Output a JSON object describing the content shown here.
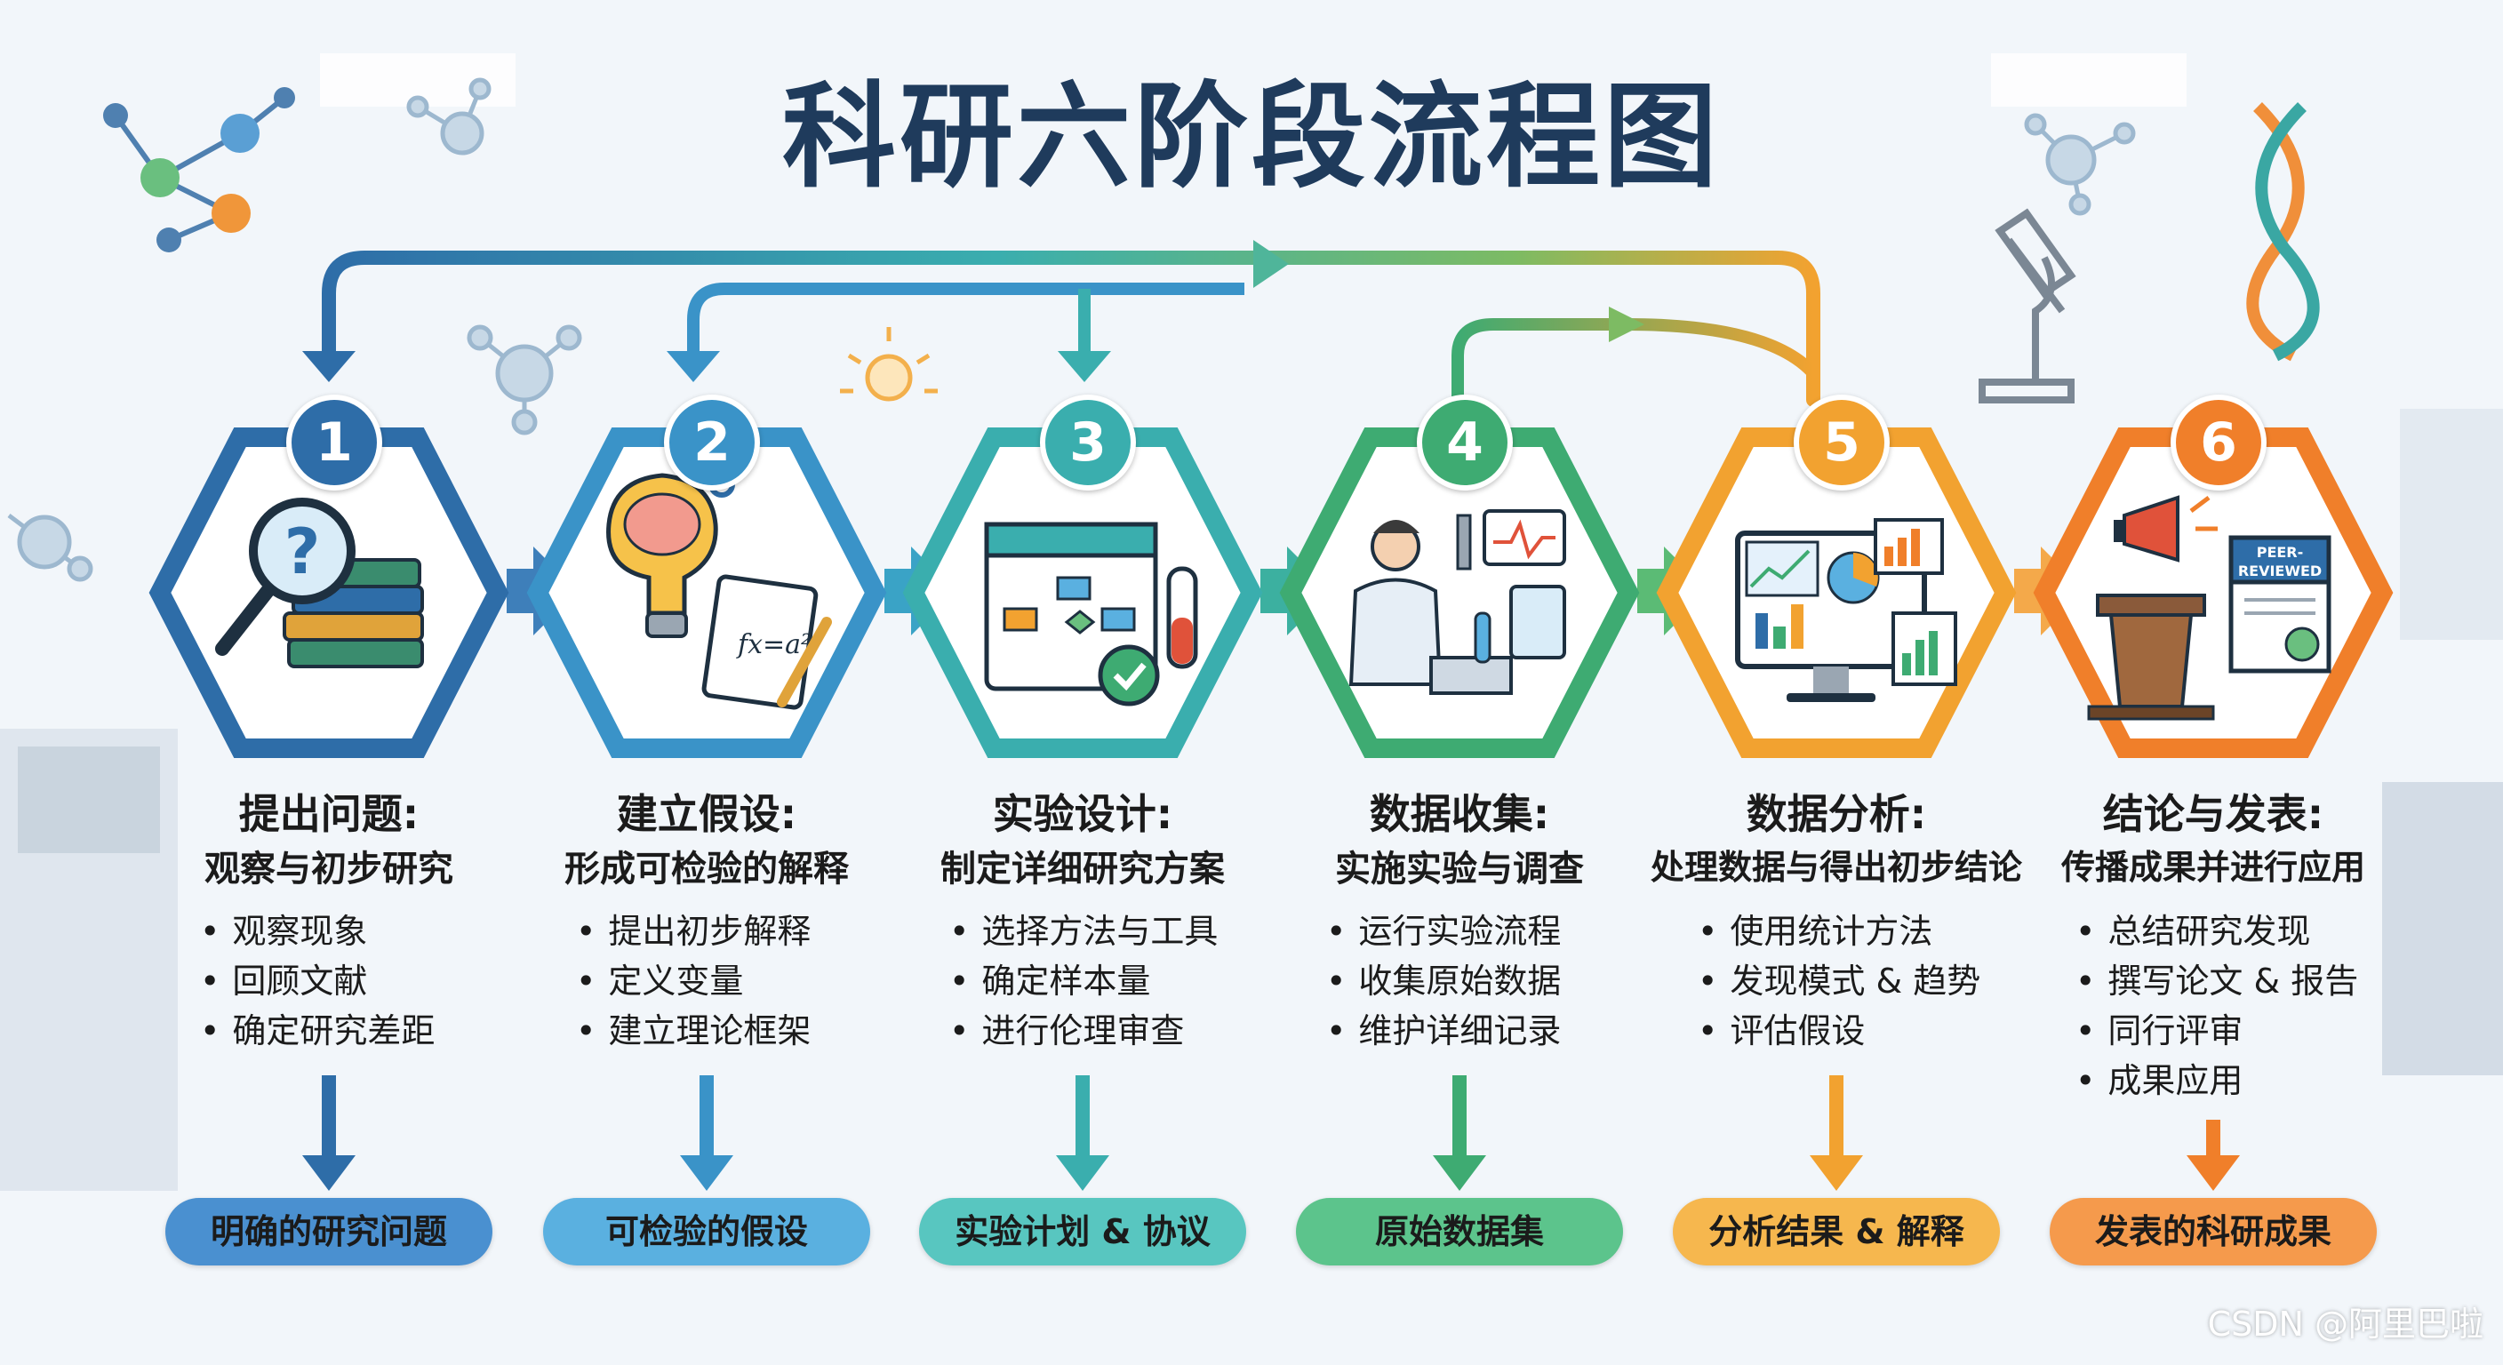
{
  "title": "科研六阶段流程图",
  "watermark": "CSDN @阿里巴啦",
  "stages": [
    {
      "number": "1",
      "color": "#2e6da8",
      "light": "#4a90d0",
      "title": "提出问题:",
      "subtitle": "观察与初步研究",
      "bullets": [
        "观察现象",
        "回顾文献",
        "确定研究差距"
      ],
      "outcome": "明确的研究问题",
      "icon": "magnifier-books-icon"
    },
    {
      "number": "2",
      "color": "#3a93c8",
      "light": "#5ab0e0",
      "title": "建立假设:",
      "subtitle": "形成可检验的解释",
      "bullets": [
        "提出初步解释",
        "定义变量",
        "建立理论框架"
      ],
      "outcome": "可检验的假设",
      "icon": "lightbulb-brain-icon"
    },
    {
      "number": "3",
      "color": "#3aaeae",
      "light": "#58c6c0",
      "title": "实验设计:",
      "subtitle": "制定详细研究方案",
      "bullets": [
        "选择方法与工具",
        "确定样本量",
        "进行伦理审查"
      ],
      "outcome": "实验计划 & 协议",
      "icon": "calendar-flowchart-icon"
    },
    {
      "number": "4",
      "color": "#3eab72",
      "light": "#5cc48c",
      "title": "数据收集:",
      "subtitle": "实施实验与调查",
      "bullets": [
        "运行实验流程",
        "收集原始数据",
        "维护详细记录"
      ],
      "outcome": "原始数据集",
      "icon": "scientist-lab-icon"
    },
    {
      "number": "5",
      "color": "#f2a230",
      "light": "#f6b74e",
      "title": "数据分析:",
      "subtitle": "处理数据与得出初步结论",
      "bullets": [
        "使用统计方法",
        "发现模式 & 趋势",
        "评估假设"
      ],
      "outcome": "分析结果 & 解释",
      "icon": "monitor-charts-icon"
    },
    {
      "number": "6",
      "color": "#f07f2a",
      "light": "#f59a4c",
      "title": "结论与发表:",
      "subtitle": "传播成果并进行应用",
      "bullets": [
        "总结研究发现",
        "撰写论文 & 报告",
        "同行评审",
        "成果应用"
      ],
      "outcome": "发表的科研成果",
      "icon": "podium-megaphone-icon",
      "paper_label_1": "PEER-",
      "paper_label_2": "REVIEWED"
    }
  ]
}
